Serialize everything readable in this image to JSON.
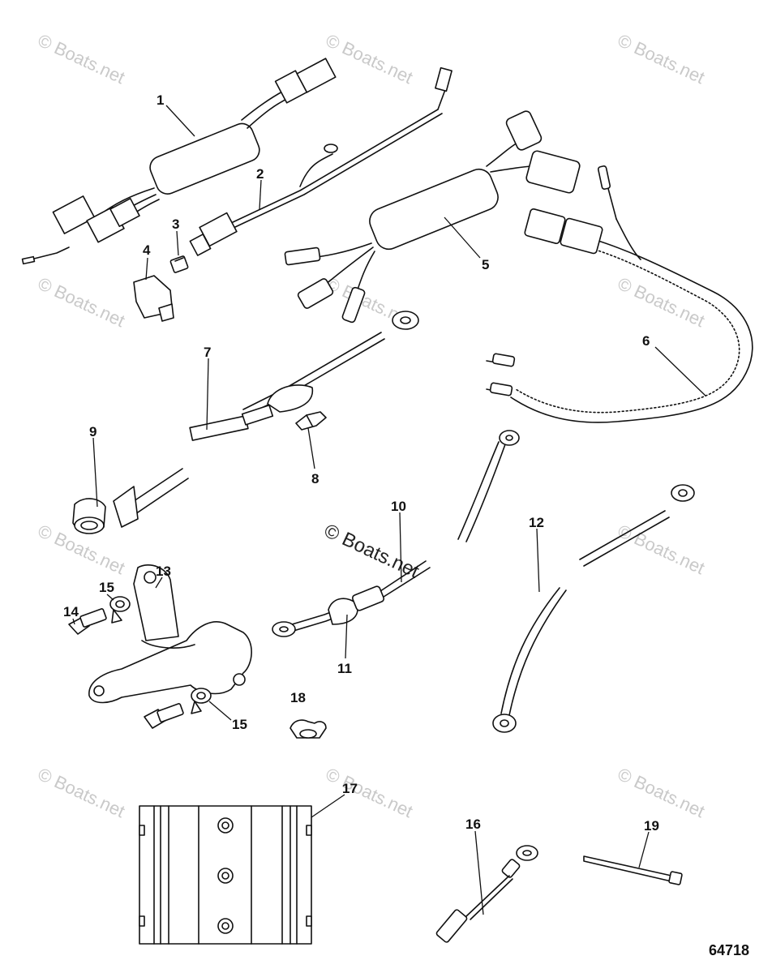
{
  "watermark_text": "© Boats.net",
  "center_watermark_text": "© Boats.net",
  "reference_number": "64718",
  "callouts": [
    "1",
    "2",
    "3",
    "4",
    "5",
    "6",
    "7",
    "8",
    "9",
    "10",
    "11",
    "12",
    "13",
    "14",
    "15",
    "15",
    "16",
    "17",
    "18",
    "19"
  ]
}
